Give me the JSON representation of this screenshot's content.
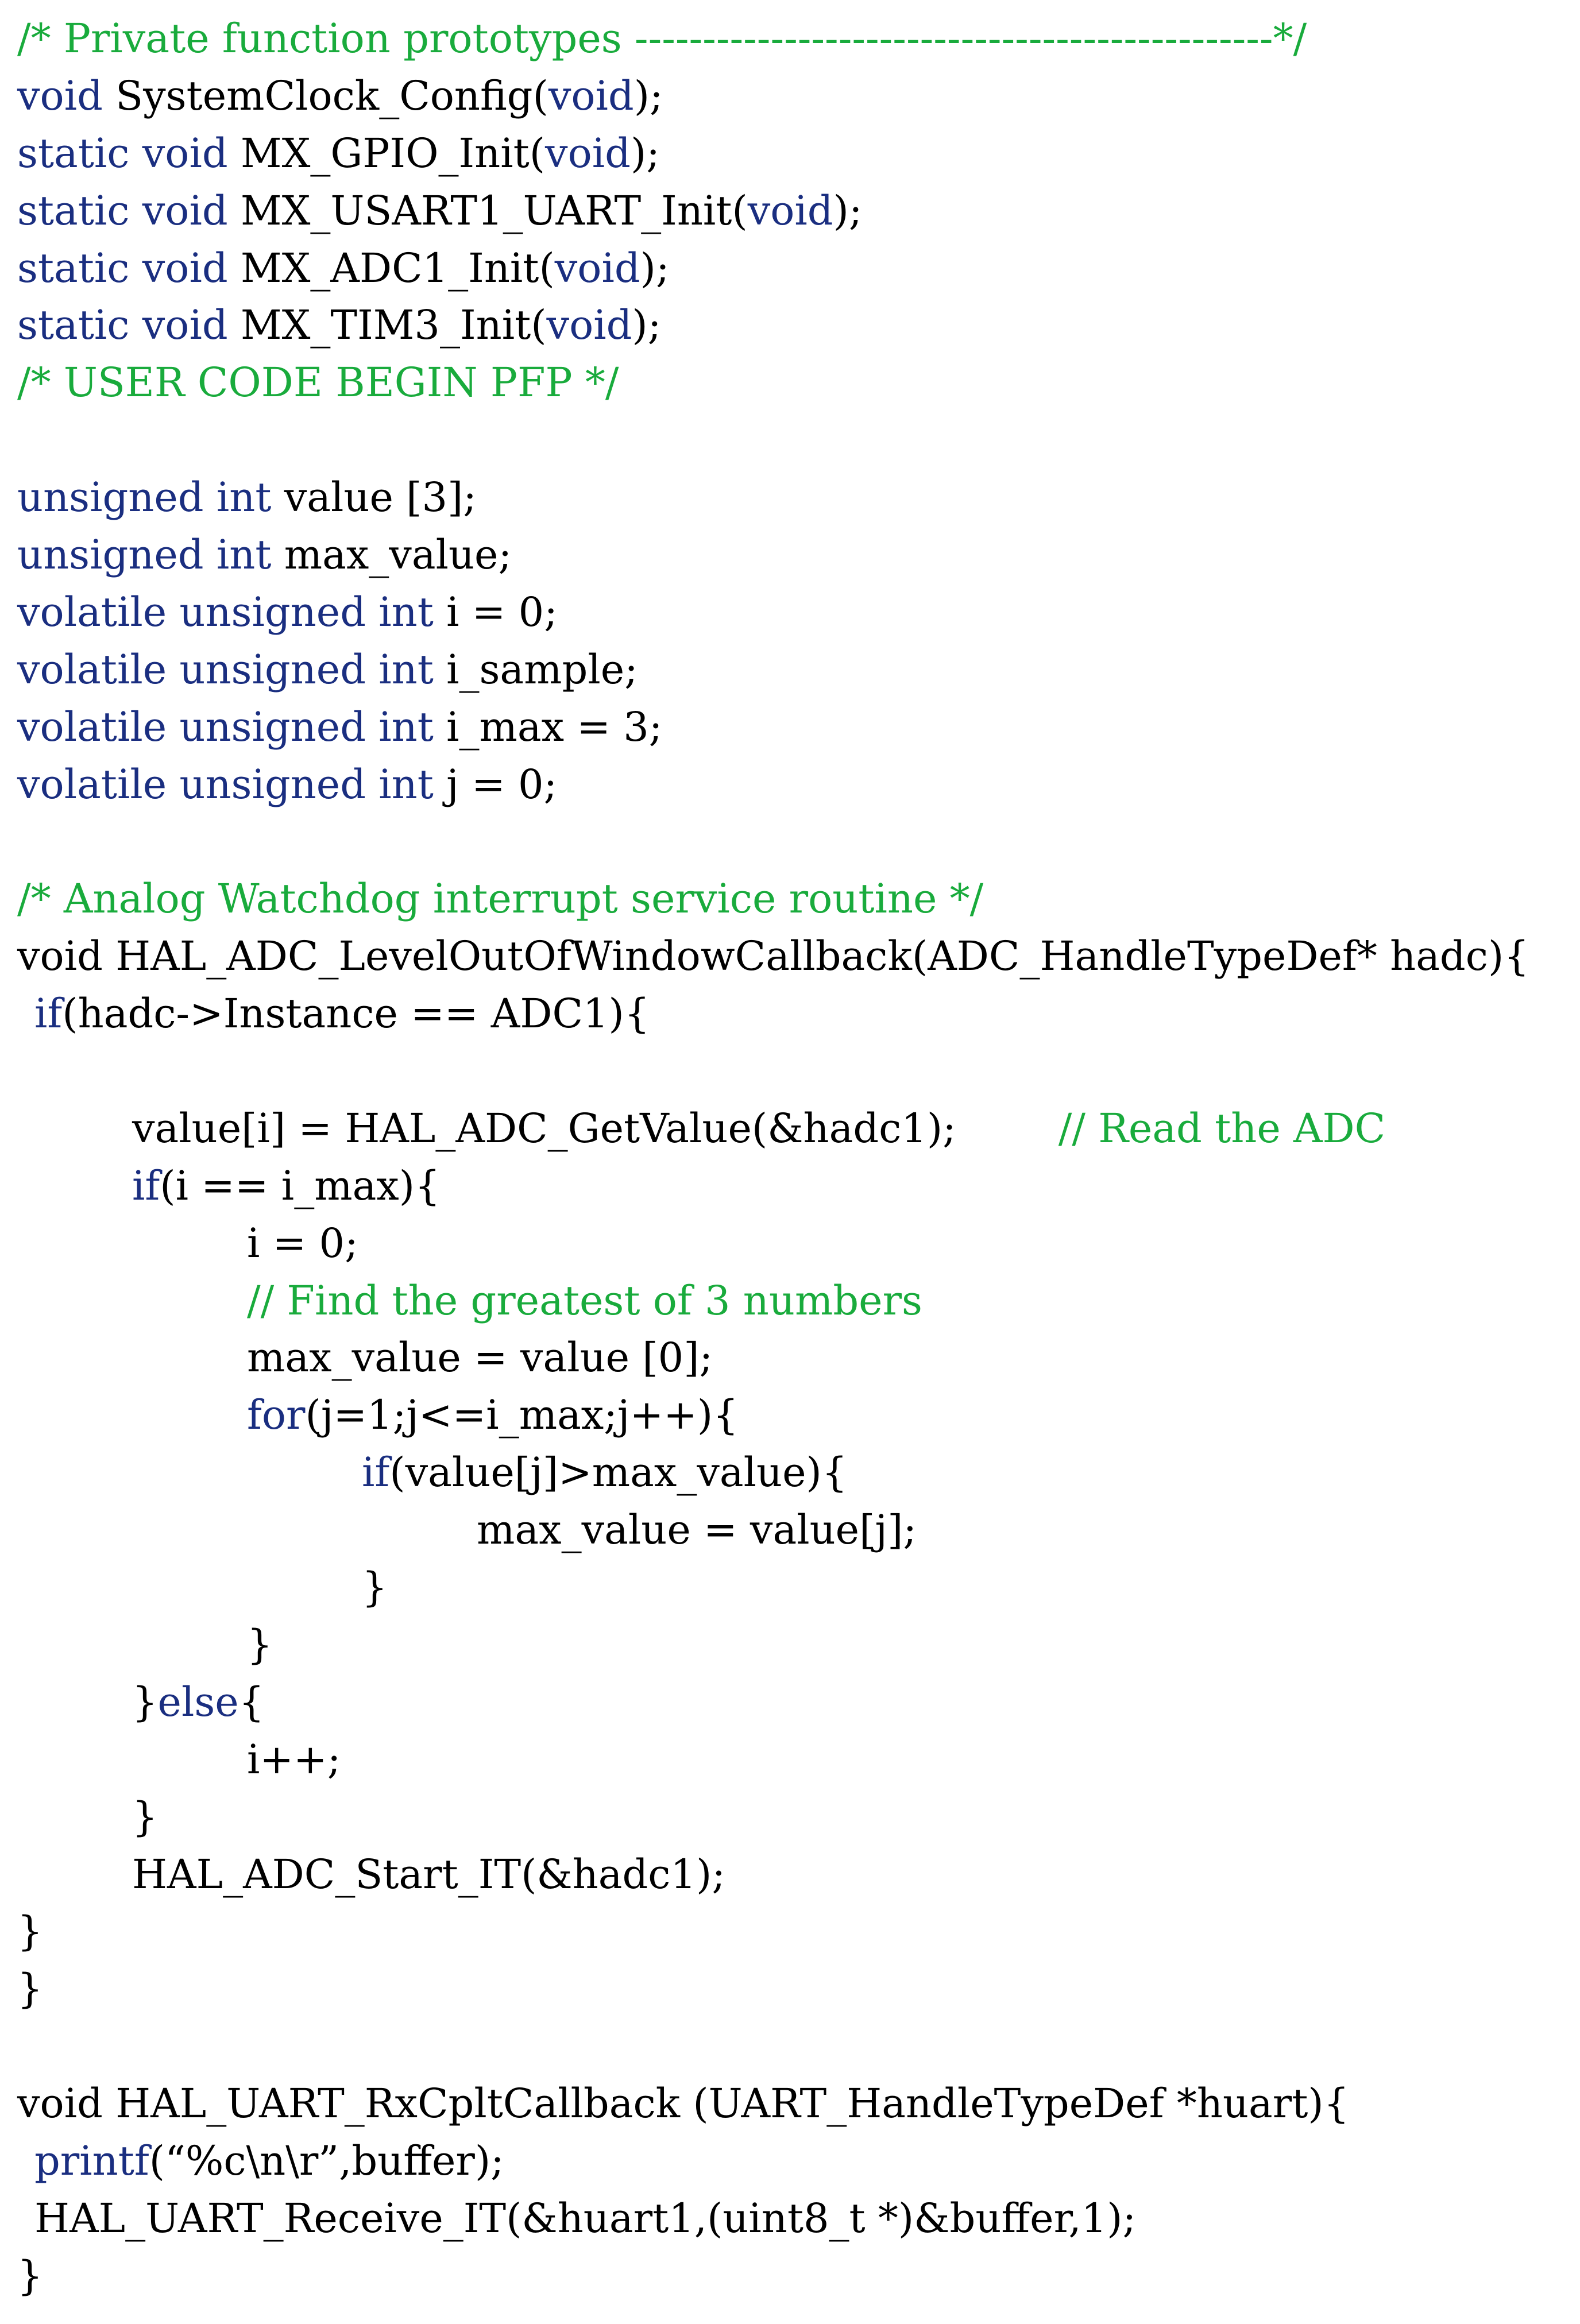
{
  "colors": {
    "plain": "#000000",
    "keyword": "#1a2e80",
    "comment": "#19ab3c",
    "background": "#ffffff"
  },
  "lines": [
    {
      "indent": 0,
      "tokens": [
        {
          "t": "comment",
          "v": "/* Private function prototypes -----------------------------------------------*/"
        }
      ]
    },
    {
      "indent": 0,
      "tokens": [
        {
          "t": "kw",
          "v": "void"
        },
        {
          "t": "plain",
          "v": " SystemClock_Config("
        },
        {
          "t": "kw",
          "v": "void"
        },
        {
          "t": "plain",
          "v": ");"
        }
      ]
    },
    {
      "indent": 0,
      "tokens": [
        {
          "t": "kw",
          "v": "static void"
        },
        {
          "t": "plain",
          "v": " MX_GPIO_Init("
        },
        {
          "t": "kw",
          "v": "void"
        },
        {
          "t": "plain",
          "v": ");"
        }
      ]
    },
    {
      "indent": 0,
      "tokens": [
        {
          "t": "kw",
          "v": "static void"
        },
        {
          "t": "plain",
          "v": " MX_USART1_UART_Init("
        },
        {
          "t": "kw",
          "v": "void"
        },
        {
          "t": "plain",
          "v": ");"
        }
      ]
    },
    {
      "indent": 0,
      "tokens": [
        {
          "t": "kw",
          "v": "static void"
        },
        {
          "t": "plain",
          "v": " MX_ADC1_Init("
        },
        {
          "t": "kw",
          "v": "void"
        },
        {
          "t": "plain",
          "v": ");"
        }
      ]
    },
    {
      "indent": 0,
      "tokens": [
        {
          "t": "kw",
          "v": "static void"
        },
        {
          "t": "plain",
          "v": " MX_TIM3_Init("
        },
        {
          "t": "kw",
          "v": "void"
        },
        {
          "t": "plain",
          "v": ");"
        }
      ]
    },
    {
      "indent": 0,
      "tokens": [
        {
          "t": "comment",
          "v": "/* USER CODE BEGIN PFP */"
        }
      ]
    },
    {
      "blank": true
    },
    {
      "indent": 0,
      "tokens": [
        {
          "t": "kw",
          "v": "unsigned int"
        },
        {
          "t": "plain",
          "v": " value [3];"
        }
      ]
    },
    {
      "indent": 0,
      "tokens": [
        {
          "t": "kw",
          "v": "unsigned int"
        },
        {
          "t": "plain",
          "v": " max_value;"
        }
      ]
    },
    {
      "indent": 0,
      "tokens": [
        {
          "t": "kw",
          "v": "volatile unsigned int"
        },
        {
          "t": "plain",
          "v": " i = 0;"
        }
      ]
    },
    {
      "indent": 0,
      "tokens": [
        {
          "t": "kw",
          "v": "volatile unsigned int"
        },
        {
          "t": "plain",
          "v": " i_sample;"
        }
      ]
    },
    {
      "indent": 0,
      "tokens": [
        {
          "t": "kw",
          "v": "volatile unsigned int"
        },
        {
          "t": "plain",
          "v": " i_max = 3;"
        }
      ]
    },
    {
      "indent": 0,
      "tokens": [
        {
          "t": "kw",
          "v": "volatile unsigned int"
        },
        {
          "t": "plain",
          "v": " j = 0;"
        }
      ]
    },
    {
      "blank": true
    },
    {
      "indent": 0,
      "tokens": [
        {
          "t": "comment",
          "v": "/* Analog Watchdog interrupt service routine */"
        }
      ]
    },
    {
      "indent": 0,
      "tokens": [
        {
          "t": "plain",
          "v": "void HAL_ADC_LevelOutOfWindowCallback(ADC_HandleTypeDef* hadc){"
        }
      ]
    },
    {
      "indent": 0.15,
      "tokens": [
        {
          "t": "kw",
          "v": "if"
        },
        {
          "t": "plain",
          "v": "(hadc->Instance == ADC1){"
        }
      ]
    },
    {
      "blank": true
    },
    {
      "indent": 1,
      "tokens": [
        {
          "t": "plain",
          "v": "value[i] = HAL_ADC_GetValue(&hadc1);"
        },
        {
          "t": "comment",
          "v": "        // Read the ADC"
        }
      ]
    },
    {
      "indent": 1,
      "tokens": [
        {
          "t": "kw",
          "v": "if"
        },
        {
          "t": "plain",
          "v": "(i == i_max){"
        }
      ]
    },
    {
      "indent": 2,
      "tokens": [
        {
          "t": "plain",
          "v": "i = 0;"
        }
      ]
    },
    {
      "indent": 2,
      "tokens": [
        {
          "t": "comment",
          "v": "// Find the greatest of 3 numbers"
        }
      ]
    },
    {
      "indent": 2,
      "tokens": [
        {
          "t": "plain",
          "v": "max_value = value [0];"
        }
      ]
    },
    {
      "indent": 2,
      "tokens": [
        {
          "t": "kw",
          "v": "for"
        },
        {
          "t": "plain",
          "v": "(j=1;j<=i_max;j++){"
        }
      ]
    },
    {
      "indent": 3,
      "tokens": [
        {
          "t": "kw",
          "v": "if"
        },
        {
          "t": "plain",
          "v": "(value[j]>max_value){"
        }
      ]
    },
    {
      "indent": 4,
      "tokens": [
        {
          "t": "plain",
          "v": "max_value = value[j];"
        }
      ]
    },
    {
      "indent": 3,
      "tokens": [
        {
          "t": "plain",
          "v": "}"
        }
      ]
    },
    {
      "indent": 2,
      "tokens": [
        {
          "t": "plain",
          "v": "}"
        }
      ]
    },
    {
      "indent": 1,
      "tokens": [
        {
          "t": "plain",
          "v": "}"
        },
        {
          "t": "kw",
          "v": "else"
        },
        {
          "t": "plain",
          "v": "{"
        }
      ]
    },
    {
      "indent": 2,
      "tokens": [
        {
          "t": "plain",
          "v": "i++;"
        }
      ]
    },
    {
      "indent": 1,
      "tokens": [
        {
          "t": "plain",
          "v": "}"
        }
      ]
    },
    {
      "indent": 1,
      "tokens": [
        {
          "t": "plain",
          "v": "HAL_ADC_Start_IT(&hadc1);"
        }
      ]
    },
    {
      "indent": 0,
      "tokens": [
        {
          "t": "plain",
          "v": "}"
        }
      ]
    },
    {
      "indent": 0,
      "tokens": [
        {
          "t": "plain",
          "v": "}"
        }
      ]
    },
    {
      "blank": true
    },
    {
      "indent": 0,
      "tokens": [
        {
          "t": "plain",
          "v": "void HAL_UART_RxCpltCallback (UART_HandleTypeDef *huart){"
        }
      ]
    },
    {
      "indent": 0.15,
      "tokens": [
        {
          "t": "kw",
          "v": "printf"
        },
        {
          "t": "plain",
          "v": "(“%c\\n\\r”,buffer);"
        }
      ]
    },
    {
      "indent": 0.15,
      "tokens": [
        {
          "t": "plain",
          "v": "HAL_UART_Receive_IT(&huart1,(uint8_t *)&buffer,1);"
        }
      ]
    },
    {
      "indent": 0,
      "tokens": [
        {
          "t": "plain",
          "v": "}"
        }
      ]
    }
  ]
}
